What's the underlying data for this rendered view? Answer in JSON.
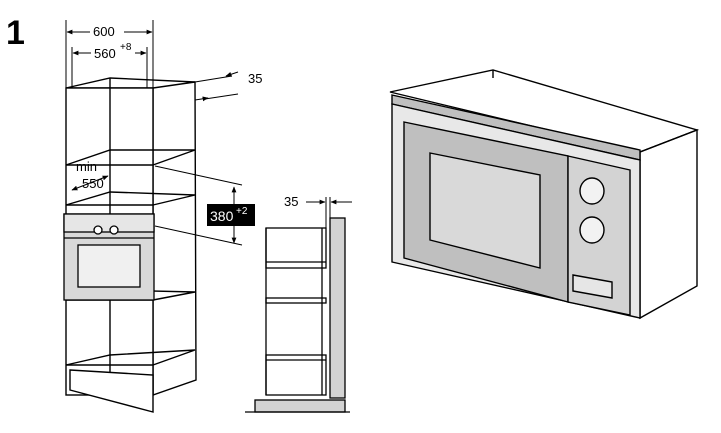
{
  "figure": {
    "step_number": "1",
    "labels": {
      "cabinet_width": "600",
      "niche_width": "560",
      "niche_width_tolerance": "+8",
      "side_depth": "35",
      "min_label": "min",
      "min_depth": "550",
      "niche_height": "380",
      "niche_height_tolerance": "+2",
      "side_view_depth": "35"
    }
  },
  "colors": {
    "line": "#000000",
    "panel_gray": "#d3d3d3",
    "door_gray": "#bfbfbf",
    "window_gray": "#d9d9d9",
    "callout_bg": "#000000",
    "callout_text": "#ffffff"
  }
}
